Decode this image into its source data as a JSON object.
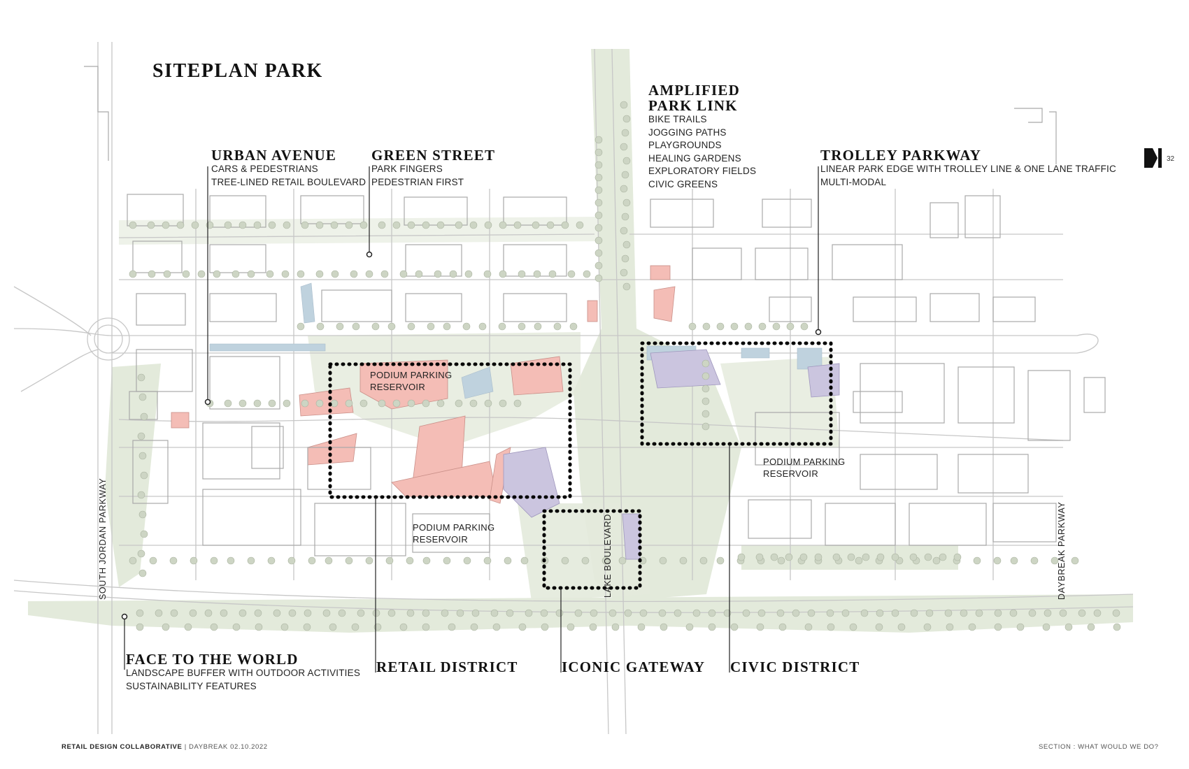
{
  "title": "SITEPLAN PARK",
  "page_number": "32",
  "callouts": {
    "park_link": {
      "heading_1": "AMPLIFIED",
      "heading_2": "PARK LINK",
      "items": [
        "BIKE TRAILS",
        "JOGGING PATHS",
        "PLAYGROUNDS",
        "HEALING GARDENS",
        "EXPLORATORY FIELDS",
        "CIVIC GREENS"
      ]
    },
    "urban_avenue": {
      "heading": "URBAN AVENUE",
      "items": [
        "CARS & PEDESTRIANS",
        "TREE-LINED RETAIL BOULEVARD"
      ]
    },
    "green_street": {
      "heading": "GREEN STREET",
      "items": [
        "PARK FINGERS",
        "PEDESTRIAN FIRST"
      ]
    },
    "trolley_parkway": {
      "heading": "TROLLEY PARKWAY",
      "items": [
        "LINEAR PARK EDGE WITH TROLLEY LINE & ONE LANE TRAFFIC",
        "MULTI-MODAL"
      ]
    },
    "face_to_world": {
      "heading": "FACE TO THE WORLD",
      "items": [
        "LANDSCAPE BUFFER WITH OUTDOOR ACTIVITIES",
        "SUSTAINABILITY FEATURES"
      ]
    }
  },
  "districts": {
    "retail": "RETAIL DISTRICT",
    "gateway": "ICONIC GATEWAY",
    "civic": "CIVIC DISTRICT"
  },
  "podium_labels": {
    "a": {
      "line1": "PODIUM PARKING",
      "line2": "RESERVOIR"
    },
    "b": {
      "line1": "PODIUM PARKING",
      "line2": "RESERVOIR"
    },
    "c": {
      "line1": "PODIUM PARKING",
      "line2": "RESERVOIR"
    }
  },
  "street_labels": {
    "south_jordan": "SOUTH JORDAN PARKWAY",
    "lake_blvd": "LAKE BOULEVARD",
    "daybreak": "DAYBREAK PARKWAY"
  },
  "footer": {
    "org": "RETAIL DESIGN COLLABORATIVE",
    "sep": "|",
    "project": "DAYBREAK 02.10.2022",
    "section": "SECTION :  WHAT WOULD WE DO?"
  },
  "colors": {
    "green_space": "#dfe8d4",
    "retail_pink": "#f2b8b2",
    "civic_purple": "#c9c3de",
    "water_blue": "#bcd0dd",
    "building_outline": "#9a9a9a",
    "tree": "#c6cfbd"
  }
}
